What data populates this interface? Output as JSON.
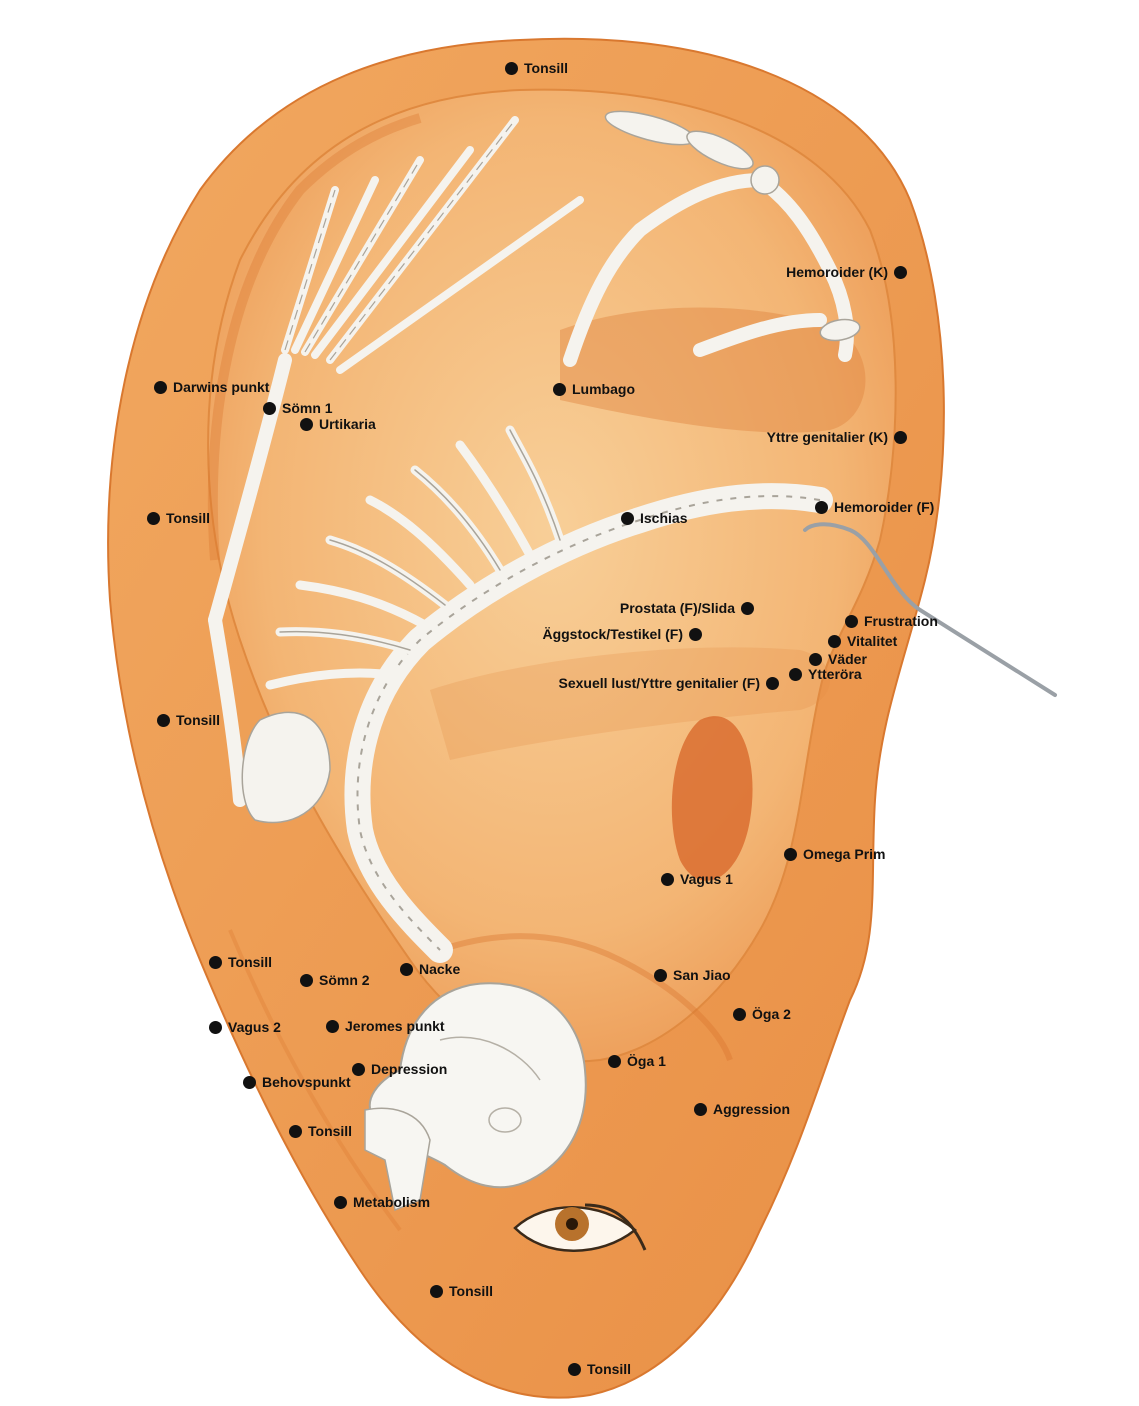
{
  "colors": {
    "skin_outer": "#f0a35a",
    "skin_inner": "#f6c184",
    "skin_shadow": "#d9762f",
    "bone": "#f5f3ee",
    "bone_outline": "#a9a49a",
    "dot": "#111111",
    "label": "#111111"
  },
  "points": {
    "tonsill_top": "Tonsill",
    "hemoroider_k": "Hemoroider (K)",
    "darwins_punkt": "Darwins punkt",
    "lumbago": "Lumbago",
    "somn_1": "Sömn 1",
    "urtikaria": "Urtikaria",
    "yttre_genitalier_k": "Yttre genitalier (K)",
    "tonsill_left_upper": "Tonsill",
    "ischias": "Ischias",
    "hemoroider_f": "Hemoroider (F)",
    "prostata_slida": "Prostata (F)/Slida",
    "frustration": "Frustration",
    "aggstock_testikel": "Äggstock/Testikel (F)",
    "vitalitet": "Vitalitet",
    "vader": "Väder",
    "sexuell_lust": "Sexuell lust/Yttre genitalier (F)",
    "ytteröra": "Ytteröra",
    "tonsill_left_mid": "Tonsill",
    "omega_prim": "Omega Prim",
    "vagus_1": "Vagus 1",
    "tonsill_lobe_left": "Tonsill",
    "nacke": "Nacke",
    "somn_2": "Sömn 2",
    "san_jiao": "San Jiao",
    "oga_2": "Öga 2",
    "vagus_2": "Vagus 2",
    "jeromes_punkt": "Jeromes punkt",
    "oga_1": "Öga 1",
    "depression": "Depression",
    "behovspunkt": "Behovspunkt",
    "aggression": "Aggression",
    "tonsill_lobe_mid": "Tonsill",
    "metabolism": "Metabolism",
    "tonsill_lobe_low": "Tonsill",
    "tonsill_bottom": "Tonsill"
  },
  "illustration": {
    "ear_icon": "ear-outline",
    "skeleton_icon": "inverted-fetus-skeleton",
    "skull_icon": "skull",
    "eye_icon": "eye",
    "needle_icon": "acupuncture-needle"
  }
}
